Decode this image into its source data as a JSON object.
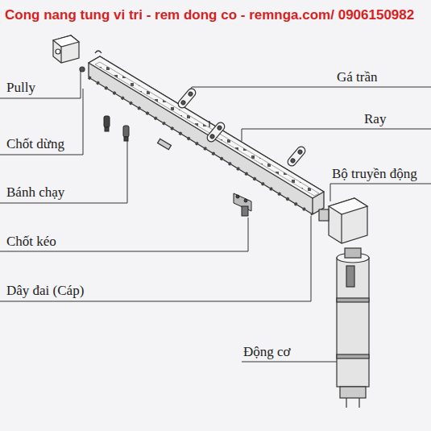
{
  "diagram": {
    "title": "Cong nang tung vi tri - rem dong co - remnga.com/ 0906150982",
    "labels": [
      "Pully",
      "Gá trần",
      "Chốt dừng",
      "Ray",
      "Bánh chạy",
      "Bộ truyền động",
      "Chốt kéo",
      "Dây đai (Cáp)",
      "Động cơ"
    ]
  }
}
